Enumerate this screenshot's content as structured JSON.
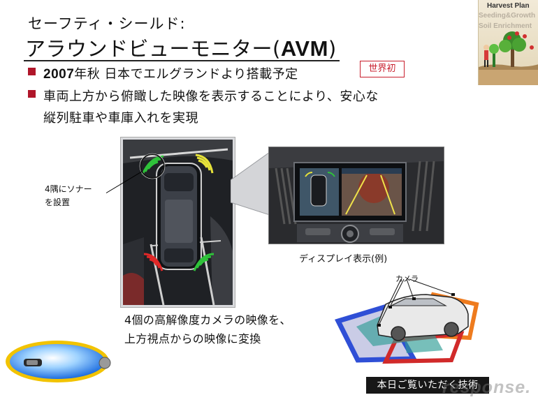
{
  "title": {
    "line1": "セーフティ・シールド:",
    "line2_jp": "アラウンドビューモニター(",
    "line2_en": "AVM",
    "line2_end": ")"
  },
  "logo": {
    "line1": "Harvest Plan",
    "line2": "Seeding&Growth",
    "line3": "Soil Enrichment"
  },
  "bullets": [
    {
      "year": "2007",
      "text": "年秋 日本でエルグランドより搭載予定"
    },
    {
      "line1": "車両上方から俯瞰した映像を表示することにより、安心な",
      "line2": "縦列駐車や車庫入れを実現"
    }
  ],
  "badge_first": "世界初",
  "sonar_label": {
    "line1": "4隅にソナー",
    "line2": "を設置"
  },
  "display_caption": "ディスプレイ表示(例)",
  "camera_description": {
    "line1": "4個の高解像度カメラの映像を、",
    "line2": "上方視点からの映像に変換"
  },
  "camera_label": "カメラ",
  "tech_tag": "本日ご覧いただく技術",
  "watermark": "response.",
  "colors": {
    "accent_red": "#b0162a",
    "sonar_green": "#2fc23a",
    "sonar_yellow": "#e6e23a",
    "sonar_red": "#e02828",
    "zone_blue": "#2f4fd6",
    "zone_orange": "#ee7b1e",
    "zone_red": "#d12a2a"
  }
}
